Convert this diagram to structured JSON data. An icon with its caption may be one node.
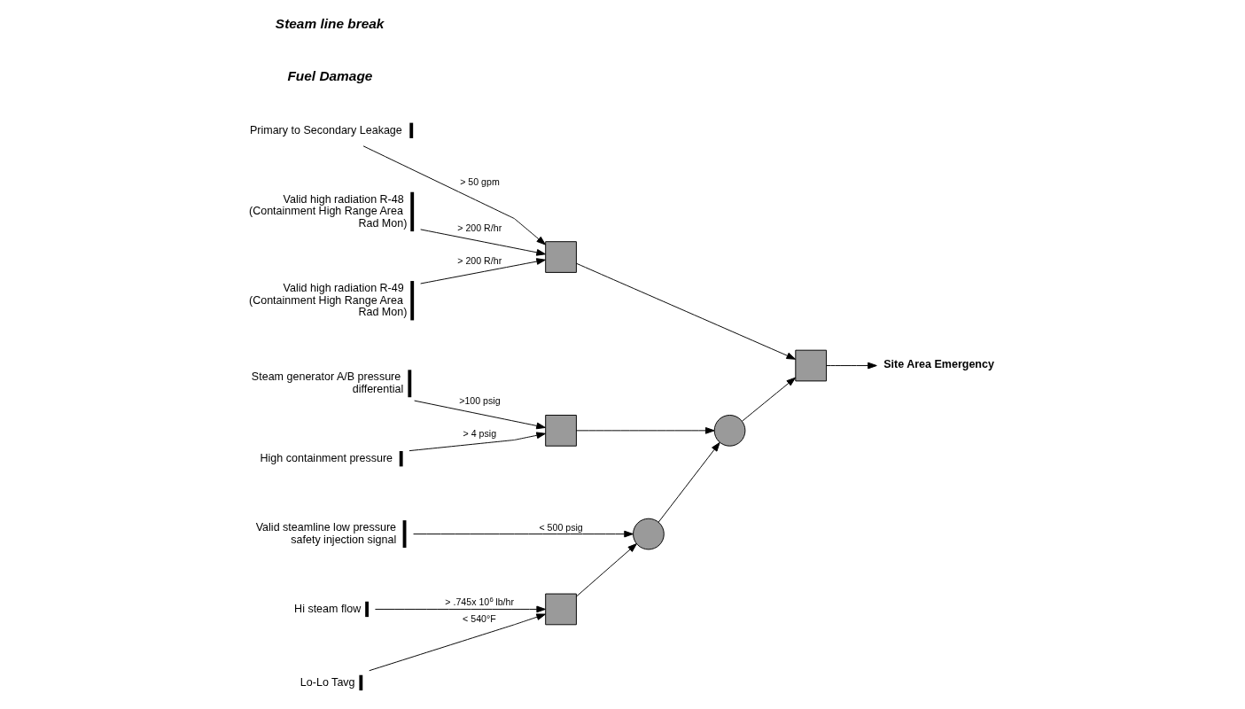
{
  "diagram": {
    "nodes": [
      {
        "text": [
          "Primary to Secondary Leakage"
        ]
      },
      {
        "text": [
          "Valid high radiation R-48 (Containment High Range Area Rad Mon)"
        ]
      },
      {
        "text": [
          "Valid high radiation R-49 (Containment High Range Area Rad Mon)"
        ]
      },
      {
        "text": [
          "Steam generator A/B pressure differential"
        ]
      },
      {
        "text": [
          "High containment pressure"
        ]
      },
      {
        "text": [
          "Valid steamline low pressure safety injection signal"
        ]
      },
      {
        "text": [
          "Hi steam flow"
        ]
      },
      {
        "text": [
          "Lo-Lo Tavg"
        ]
      },
      {
        "text": [],
        "shape": "box"
      },
      {
        "text": [],
        "shape": "box"
      },
      {
        "text": [],
        "shape": "box"
      },
      {
        "text": [],
        "shape": "circle"
      },
      {
        "text": [],
        "shape": "circle"
      },
      {
        "text": [],
        "shape": "box"
      },
      {
        "text": [
          "Site Area Emergency"
        ]
      }
    ],
    "edges": [
      {
        "from": 0,
        "to": 8,
        "arrow": "to",
        "label": "> 50 gpm"
      },
      {
        "from": 1,
        "to": 8,
        "arrow": "to",
        "label": "> 200 R/hr"
      },
      {
        "from": 2,
        "to": 8,
        "arrow": "to",
        "label": "> 200 R/hr"
      },
      {
        "from": 8,
        "to": 9,
        "arrow": "to"
      },
      {
        "from": 11,
        "to": 9,
        "arrow": "to"
      },
      {
        "from": 9,
        "to": 14,
        "arrow": "to"
      },
      {
        "from": 3,
        "to": 10,
        "arrow": "to",
        "label": ">100 psig"
      },
      {
        "from": 4,
        "to": 10,
        "arrow": "to",
        "label": "> 4 psig"
      },
      {
        "from": 10,
        "to": 11,
        "arrow": "to"
      },
      {
        "from": 12,
        "to": 11,
        "arrow": "to"
      },
      {
        "from": 5,
        "to": 12,
        "arrow": "to",
        "label": "< 500 psig"
      },
      {
        "from": 13,
        "to": 12,
        "arrow": "to"
      },
      {
        "from": 6,
        "to": 13,
        "arrow": "to",
        "label": "> .745x 10$^{6}$ lb/hr"
      },
      {
        "from": 7,
        "to": 13,
        "arrow": "to",
        "label": "< 540°F"
      }
    ],
    "labels": [
      "Fuel Damage",
      "Steam line break"
    ]
  }
}
